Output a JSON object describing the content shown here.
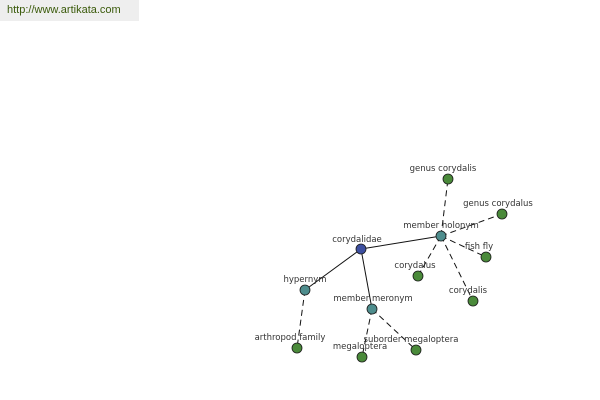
{
  "watermark": "http://www.artikata.com",
  "colors": {
    "root": "#3d4fa0",
    "relation": "#4e8d8d",
    "term": "#4a8a3a"
  },
  "nodes": {
    "corydalidae": "corydalidae",
    "member_holonym": "member holonym",
    "hypernym": "hypernym",
    "member_meronym": "member meronym",
    "genus_corydalis": "genus corydalis",
    "genus_corydalus": "genus corydalus",
    "fish_fly": "fish fly",
    "corydalus": "corydalus",
    "corydalis": "corydalis",
    "arthropod_family": "arthropod family",
    "megaloptera": "megaloptera",
    "suborder_megaloptera": "suborder megaloptera"
  }
}
